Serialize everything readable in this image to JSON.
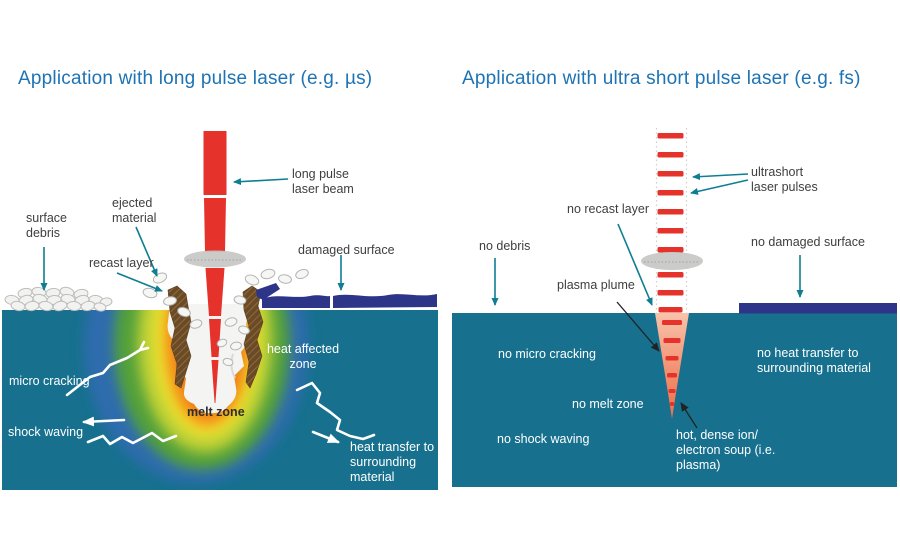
{
  "left": {
    "title": "Application with long pulse laser (e.g. µs)",
    "labels": {
      "surface_debris": "surface debris",
      "ejected_material": "ejected material",
      "recast_layer": "recast layer",
      "long_pulse_laser_beam": "long pulse laser beam",
      "damaged_surface": "damaged surface",
      "micro_cracking": "micro cracking",
      "shock_waving": "shock waving",
      "melt_zone": "melt zone",
      "heat_affected_zone": "heat affected zone",
      "heat_transfer": "heat transfer to surrounding material"
    }
  },
  "right": {
    "title": "Application with ultra short pulse laser (e.g. fs)",
    "labels": {
      "no_recast_layer": "no recast layer",
      "no_debris": "no debris",
      "plasma_plume": "plasma plume",
      "ultrashort_laser_pulses": "ultrashort laser pulses",
      "no_damaged_surface": "no damaged surface",
      "no_micro_cracking": "no micro cracking",
      "no_melt_zone": "no melt zone",
      "no_shock_waving": "no shock waving",
      "no_heat_transfer": "no heat transfer to surrounding material",
      "plasma_soup": "hot, dense ion/ electron soup (i.e. plasma)"
    }
  },
  "colors": {
    "title_blue": "#1d73b4",
    "label_gray": "#3e3e3c",
    "material_teal": "#16708e",
    "beam_red": "#e5332c",
    "navy": "#2c3588",
    "arrow_teal": "#0f7e92",
    "heat_zone_blue": "#2e6cae",
    "heat_zone_green": "#53a03a",
    "heat_zone_yellow": "#e9e233",
    "heat_zone_orange": "#f6a61e",
    "recast_brown": "#6b4a26",
    "plume_salmon": "#f08055"
  }
}
